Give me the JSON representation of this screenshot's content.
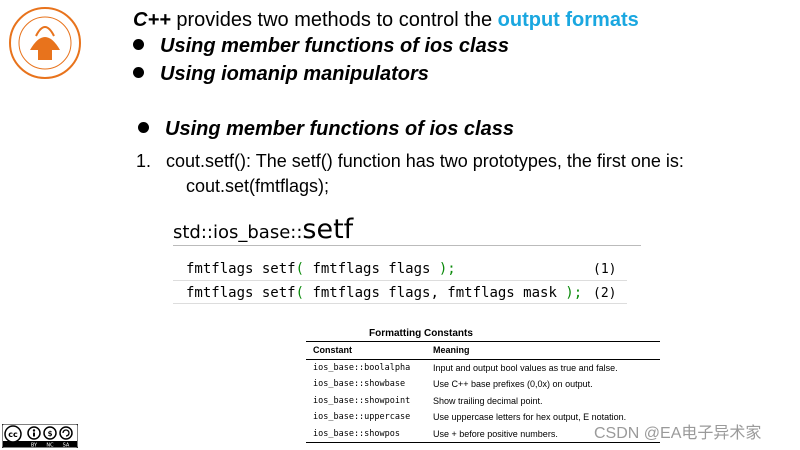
{
  "title": {
    "lead": "C++",
    "middle": " provides two methods to control the ",
    "accent": "output formats"
  },
  "bullets": [
    "Using member functions of ios class",
    "Using iomanip manipulators"
  ],
  "section_bullet": "Using member functions of ios class",
  "item1": {
    "number": "1.",
    "text": "cout.setf(): The setf() function has two prototypes, the first one is:",
    "continuation": "cout.set(fmtflags);"
  },
  "reference": {
    "prefix": "std::ios_base::",
    "name": "setf"
  },
  "prototypes": [
    {
      "a": "fmtflags setf",
      "b": "( ",
      "c": "fmtflags flags",
      "d": " );",
      "num": "(1)"
    },
    {
      "a": "fmtflags setf",
      "b": "( ",
      "c": "fmtflags flags, fmtflags mask",
      "d": " );",
      "num": "(2)"
    }
  ],
  "table": {
    "title": "Formatting Constants",
    "headers": [
      "Constant",
      "Meaning"
    ],
    "rows": [
      {
        "constant": "ios_base::boolalpha",
        "meaning": "Input and output bool values as true and false."
      },
      {
        "constant": "ios_base::showbase",
        "meaning": "Use C++ base prefixes (0,0x) on output."
      },
      {
        "constant": "ios_base::showpoint",
        "meaning": "Show trailing decimal point."
      },
      {
        "constant": "ios_base::uppercase",
        "meaning": "Use uppercase letters for hex output, E notation."
      },
      {
        "constant": "ios_base::showpos",
        "meaning": "Use + before positive numbers."
      }
    ]
  },
  "license": {
    "by": "BY",
    "nc": "NC",
    "sa": "SA"
  },
  "watermark": "CSDN @EA电子异术家",
  "colors": {
    "accent": "#1aa7e0",
    "code_green": "#0a8a0a",
    "logo_orange": "#e8731c"
  },
  "icons": {
    "logo": "university-seal-icon",
    "license": "creative-commons-icon"
  }
}
